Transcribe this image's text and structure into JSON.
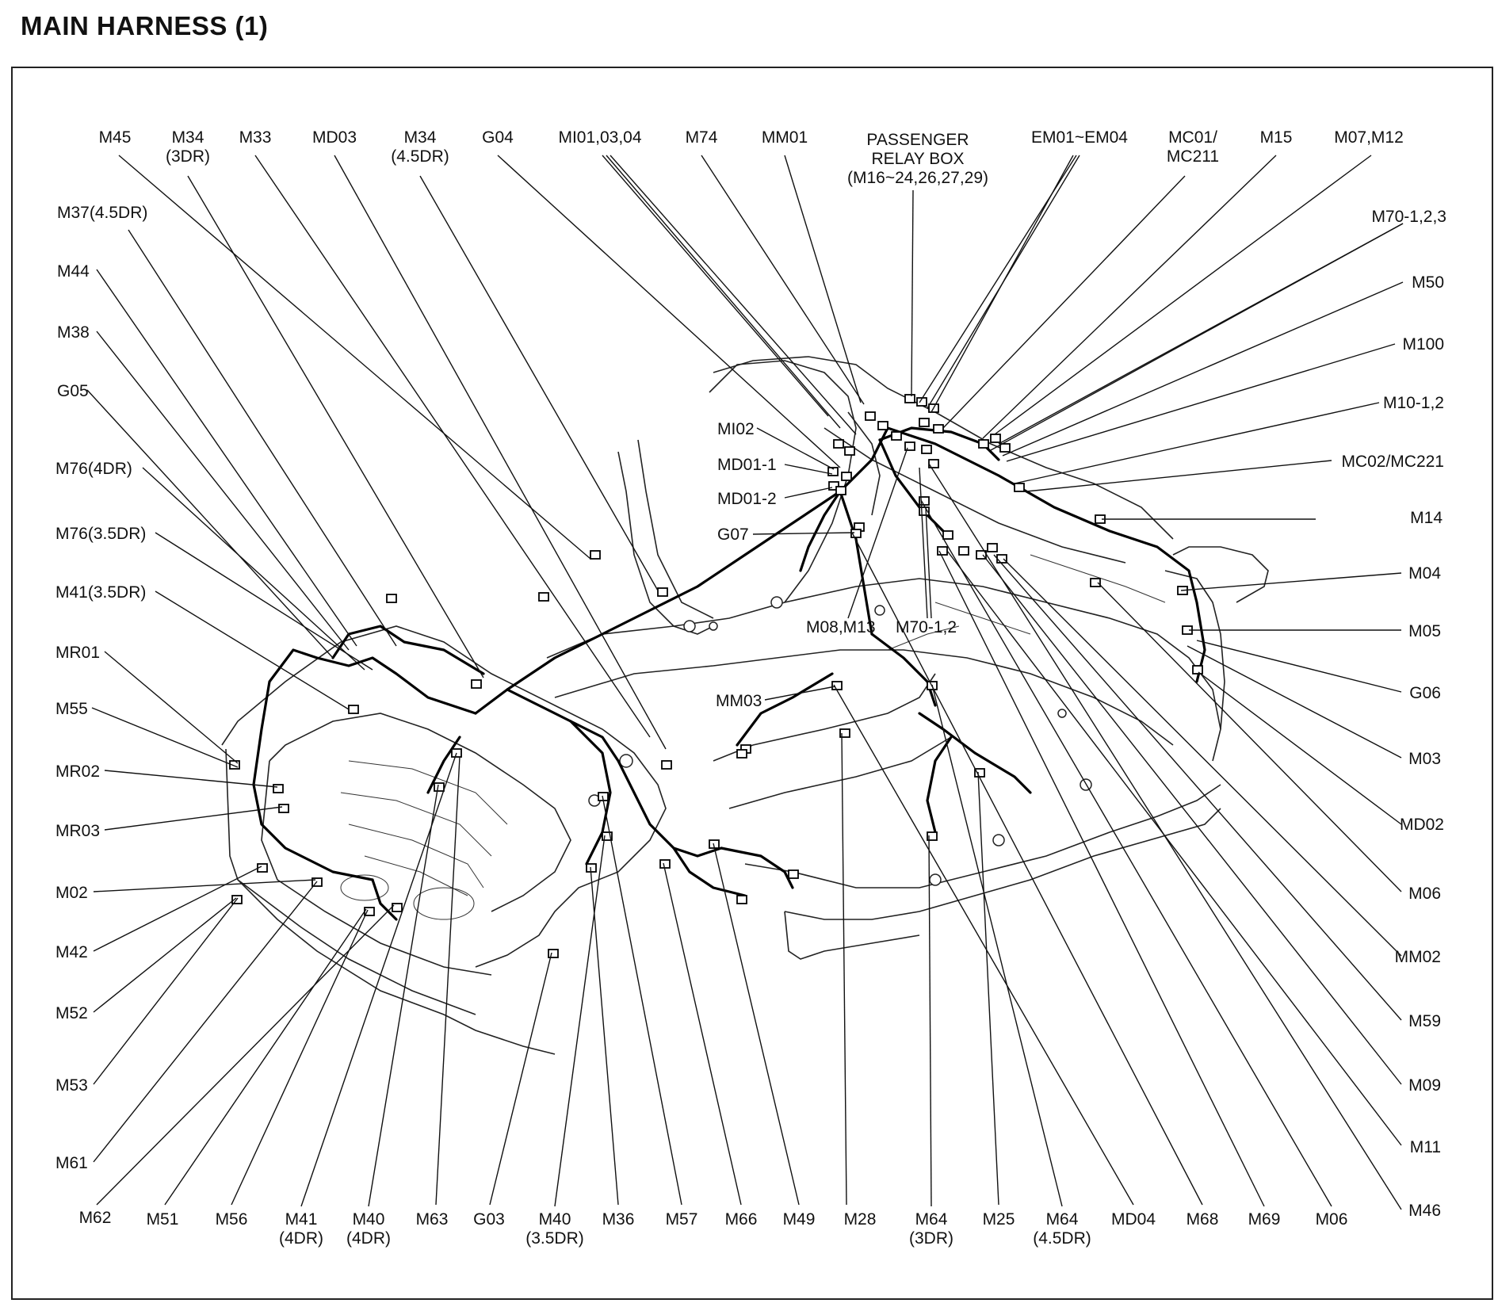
{
  "title": "MAIN HARNESS (1)",
  "labels": [
    {
      "id": "M45",
      "lines": [
        "M45"
      ]
    },
    {
      "id": "M34_3DR",
      "lines": [
        "M34",
        "(3DR)"
      ]
    },
    {
      "id": "M33",
      "lines": [
        "M33"
      ]
    },
    {
      "id": "MD03",
      "lines": [
        "MD03"
      ]
    },
    {
      "id": "M34_45DR",
      "lines": [
        "M34",
        "(4.5DR)"
      ]
    },
    {
      "id": "G04",
      "lines": [
        "G04"
      ]
    },
    {
      "id": "MI01",
      "lines": [
        "MI01,03,04"
      ]
    },
    {
      "id": "M74",
      "lines": [
        "M74"
      ]
    },
    {
      "id": "MM01",
      "lines": [
        "MM01"
      ]
    },
    {
      "id": "PRB",
      "lines": [
        "PASSENGER",
        "RELAY BOX",
        "(M16~24,26,27,29)"
      ]
    },
    {
      "id": "EM01",
      "lines": [
        "EM01~EM04"
      ]
    },
    {
      "id": "MC01",
      "lines": [
        "MC01/",
        "MC211"
      ]
    },
    {
      "id": "M15",
      "lines": [
        "M15"
      ]
    },
    {
      "id": "M07",
      "lines": [
        "M07,M12"
      ]
    },
    {
      "id": "M70_123",
      "lines": [
        "M70-1,2,3"
      ]
    },
    {
      "id": "M50",
      "lines": [
        "M50"
      ]
    },
    {
      "id": "M100",
      "lines": [
        "M100"
      ]
    },
    {
      "id": "M10",
      "lines": [
        "M10-1,2"
      ]
    },
    {
      "id": "MC02",
      "lines": [
        "MC02/MC221"
      ]
    },
    {
      "id": "M14",
      "lines": [
        "M14"
      ]
    },
    {
      "id": "M04",
      "lines": [
        "M04"
      ]
    },
    {
      "id": "M05",
      "lines": [
        "M05"
      ]
    },
    {
      "id": "G06",
      "lines": [
        "G06"
      ]
    },
    {
      "id": "M03",
      "lines": [
        "M03"
      ]
    },
    {
      "id": "MD02",
      "lines": [
        "MD02"
      ]
    },
    {
      "id": "M06_r",
      "lines": [
        "M06"
      ]
    },
    {
      "id": "MM02",
      "lines": [
        "MM02"
      ]
    },
    {
      "id": "M59",
      "lines": [
        "M59"
      ]
    },
    {
      "id": "M09",
      "lines": [
        "M09"
      ]
    },
    {
      "id": "M11",
      "lines": [
        "M11"
      ]
    },
    {
      "id": "M46",
      "lines": [
        "M46"
      ]
    },
    {
      "id": "M37",
      "lines": [
        "M37(4.5DR)"
      ]
    },
    {
      "id": "M44",
      "lines": [
        "M44"
      ]
    },
    {
      "id": "M38",
      "lines": [
        "M38"
      ]
    },
    {
      "id": "G05",
      "lines": [
        "G05"
      ]
    },
    {
      "id": "M76_4",
      "lines": [
        "M76(4DR)"
      ]
    },
    {
      "id": "M76_35",
      "lines": [
        "M76(3.5DR)"
      ]
    },
    {
      "id": "M41_35",
      "lines": [
        "M41(3.5DR)"
      ]
    },
    {
      "id": "MR01",
      "lines": [
        "MR01"
      ]
    },
    {
      "id": "M55",
      "lines": [
        "M55"
      ]
    },
    {
      "id": "MR02",
      "lines": [
        "MR02"
      ]
    },
    {
      "id": "MR03",
      "lines": [
        "MR03"
      ]
    },
    {
      "id": "M02",
      "lines": [
        "M02"
      ]
    },
    {
      "id": "M42",
      "lines": [
        "M42"
      ]
    },
    {
      "id": "M52",
      "lines": [
        "M52"
      ]
    },
    {
      "id": "M53",
      "lines": [
        "M53"
      ]
    },
    {
      "id": "M61",
      "lines": [
        "M61"
      ]
    },
    {
      "id": "M62",
      "lines": [
        "M62"
      ]
    },
    {
      "id": "M51",
      "lines": [
        "M51"
      ]
    },
    {
      "id": "M56",
      "lines": [
        "M56"
      ]
    },
    {
      "id": "M41_4",
      "lines": [
        "M41",
        "(4DR)"
      ]
    },
    {
      "id": "M40_4",
      "lines": [
        "M40",
        "(4DR)"
      ]
    },
    {
      "id": "M63",
      "lines": [
        "M63"
      ]
    },
    {
      "id": "G03",
      "lines": [
        "G03"
      ]
    },
    {
      "id": "M40_35",
      "lines": [
        "M40",
        "(3.5DR)"
      ]
    },
    {
      "id": "M36",
      "lines": [
        "M36"
      ]
    },
    {
      "id": "M57",
      "lines": [
        "M57"
      ]
    },
    {
      "id": "M66",
      "lines": [
        "M66"
      ]
    },
    {
      "id": "M49",
      "lines": [
        "M49"
      ]
    },
    {
      "id": "M28",
      "lines": [
        "M28"
      ]
    },
    {
      "id": "M64_3",
      "lines": [
        "M64",
        "(3DR)"
      ]
    },
    {
      "id": "M25",
      "lines": [
        "M25"
      ]
    },
    {
      "id": "M64_45",
      "lines": [
        "M64",
        "(4.5DR)"
      ]
    },
    {
      "id": "MD04",
      "lines": [
        "MD04"
      ]
    },
    {
      "id": "M68",
      "lines": [
        "M68"
      ]
    },
    {
      "id": "M69",
      "lines": [
        "M69"
      ]
    },
    {
      "id": "M06_b",
      "lines": [
        "M06"
      ]
    },
    {
      "id": "MI02",
      "lines": [
        "MI02"
      ]
    },
    {
      "id": "MD01_1",
      "lines": [
        "MD01-1"
      ]
    },
    {
      "id": "MD01_2",
      "lines": [
        "MD01-2"
      ]
    },
    {
      "id": "G07",
      "lines": [
        "G07"
      ]
    },
    {
      "id": "MM03",
      "lines": [
        "MM03"
      ]
    },
    {
      "id": "M08",
      "lines": [
        "M08,M13"
      ]
    },
    {
      "id": "M70_12",
      "lines": [
        "M70-1,2"
      ]
    }
  ]
}
